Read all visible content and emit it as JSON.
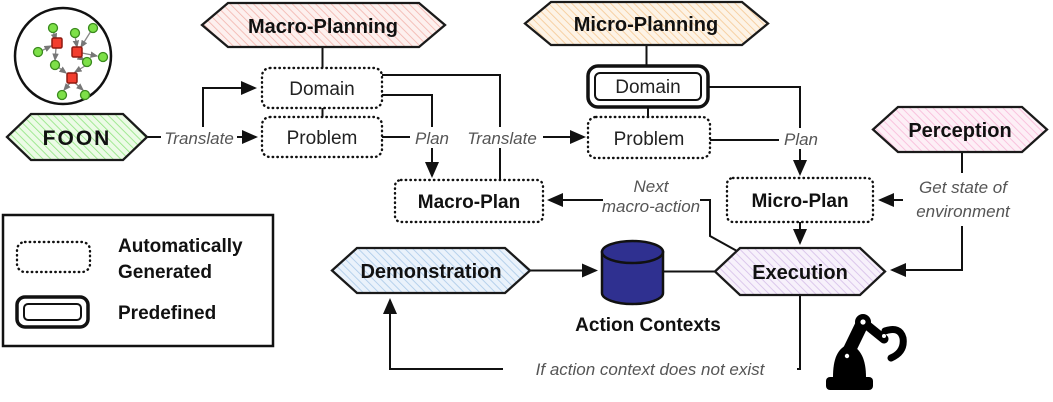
{
  "diagram": {
    "nodes": {
      "foon": "FOON",
      "macro_planning": "Macro-Planning",
      "micro_planning": "Micro-Planning",
      "perception": "Perception",
      "demonstration": "Demonstration",
      "execution": "Execution",
      "macro_domain": "Domain",
      "macro_problem": "Problem",
      "micro_domain": "Domain",
      "micro_problem": "Problem",
      "macro_plan": "Macro-Plan",
      "micro_plan": "Micro-Plan",
      "action_contexts": "Action Contexts"
    },
    "edge_labels": {
      "translate_macro": "Translate",
      "translate_micro": "Translate",
      "plan_macro": "Plan",
      "plan_micro": "Plan",
      "next_line1": "Next",
      "next_line2": "macro-action",
      "get_state_line1": "Get state of",
      "get_state_line2": "environment",
      "if_action": "If action context does not exist"
    },
    "legend": {
      "auto_line1": "Automatically",
      "auto_line2": "Generated",
      "predefined": "Predefined"
    },
    "colors": {
      "foon_fill": "#ecfbe6",
      "foon_hatch": "#8fe57f",
      "macro_planning_fill": "#fdf0ee",
      "macro_planning_hatch": "#f2b3ac",
      "micro_planning_fill": "#fdf3e6",
      "micro_planning_hatch": "#f5c893",
      "perception_fill": "#fdeff6",
      "perception_hatch": "#f8b8d8",
      "demonstration_fill": "#eaf2fb",
      "demonstration_hatch": "#a9c9e8",
      "execution_fill": "#f7f1fb",
      "execution_hatch": "#d5bde8",
      "database_fill": "#2f3090",
      "line_color": "#111111",
      "muted_label": "#555555"
    }
  }
}
